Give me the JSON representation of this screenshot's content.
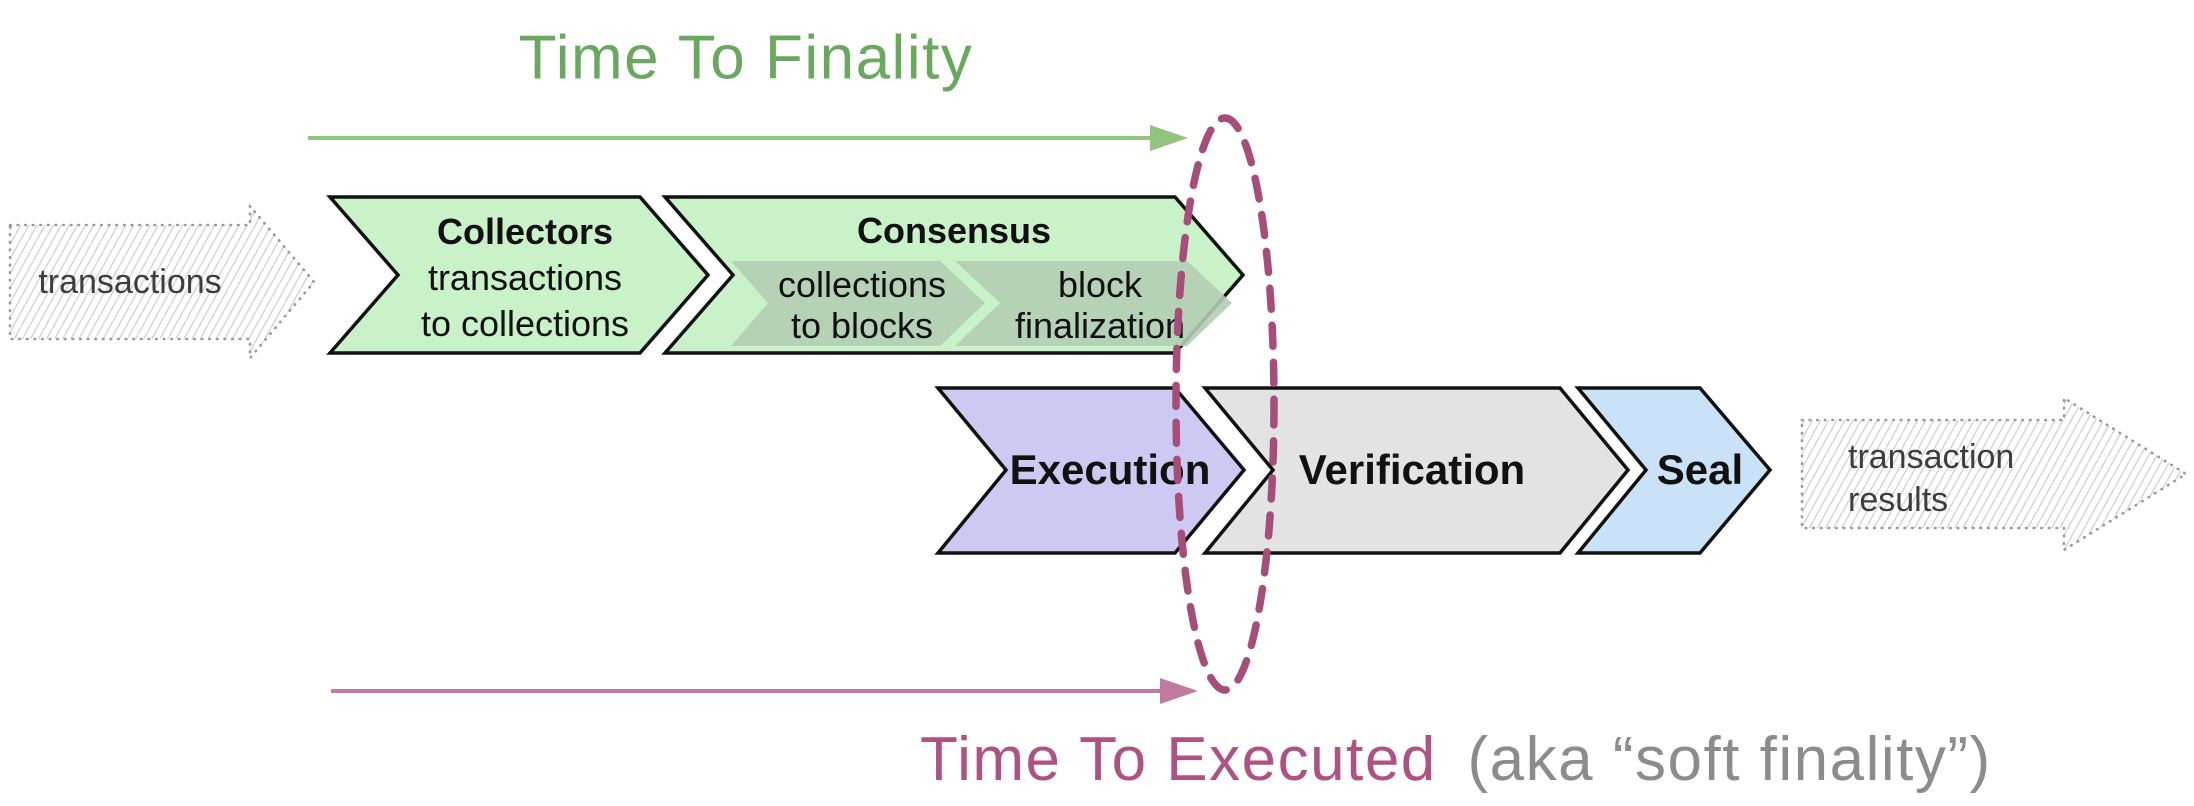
{
  "titles": {
    "finality": "Time To Finality",
    "executed": "Time To Executed",
    "executed_note": "(aka “soft finality”)"
  },
  "input_arrow": {
    "label": "transactions"
  },
  "output_arrow": {
    "line1": "transaction",
    "line2": "results"
  },
  "stages": {
    "collectors": {
      "title": "Collectors",
      "line1": "transactions",
      "line2": "to collections"
    },
    "consensus": {
      "title": "Consensus",
      "sub": [
        {
          "line1": "collections",
          "line2": "to blocks"
        },
        {
          "line1": "block",
          "line2": "finalization"
        }
      ]
    },
    "execution": {
      "title": "Execution"
    },
    "verification": {
      "title": "Verification"
    },
    "seal": {
      "title": "Seal"
    }
  },
  "colors": {
    "finality_green": "#6aa75f",
    "finality_arrow": "#93c47d",
    "stage_green": "#c9f2c9",
    "stage_green_inner": "#b3cdb4",
    "stage_purple": "#cdc9f2",
    "stage_gray": "#e3e3e3",
    "stage_blue": "#c9e2f7",
    "outline_black": "#111111",
    "boundary_pink": "#a64d79",
    "executed_arrow": "#c27ba0",
    "executed_pink": "#ad5283",
    "note_gray": "#8c8c8c",
    "sketch_border_gray": "#9a9a9a",
    "sketch_hatch_gray": "#cccccc"
  }
}
